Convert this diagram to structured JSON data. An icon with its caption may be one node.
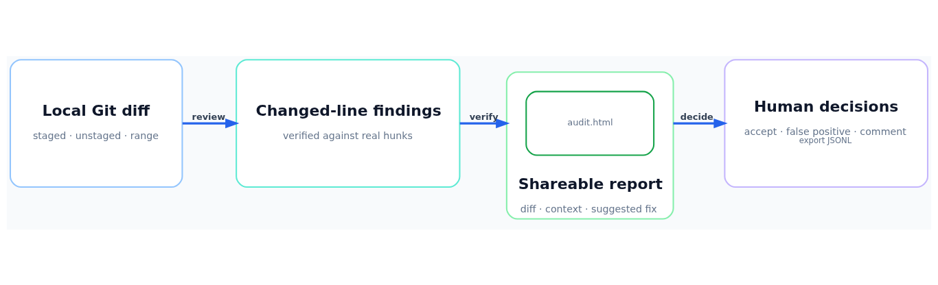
{
  "diagram": {
    "nodes": [
      {
        "text": [
          "Local Git diff",
          "staged · unstaged · range"
        ]
      },
      {
        "text": [
          "Changed-line findings",
          "verified against real hunks"
        ]
      },
      {
        "text": [
          "Shareable report",
          "diff · context · suggested fix"
        ]
      },
      {
        "text": [
          "audit.html"
        ],
        "in": 2
      },
      {
        "text": [
          "Human decisions",
          "accept · false positive · comment",
          "export JSONL"
        ]
      }
    ],
    "edges": [
      {
        "from": 0,
        "to": 1,
        "arrow": "to",
        "label": "review"
      },
      {
        "from": 1,
        "to": 2,
        "arrow": "to",
        "label": "verify"
      },
      {
        "from": 2,
        "to": 4,
        "arrow": "to",
        "label": "decide"
      }
    ]
  }
}
